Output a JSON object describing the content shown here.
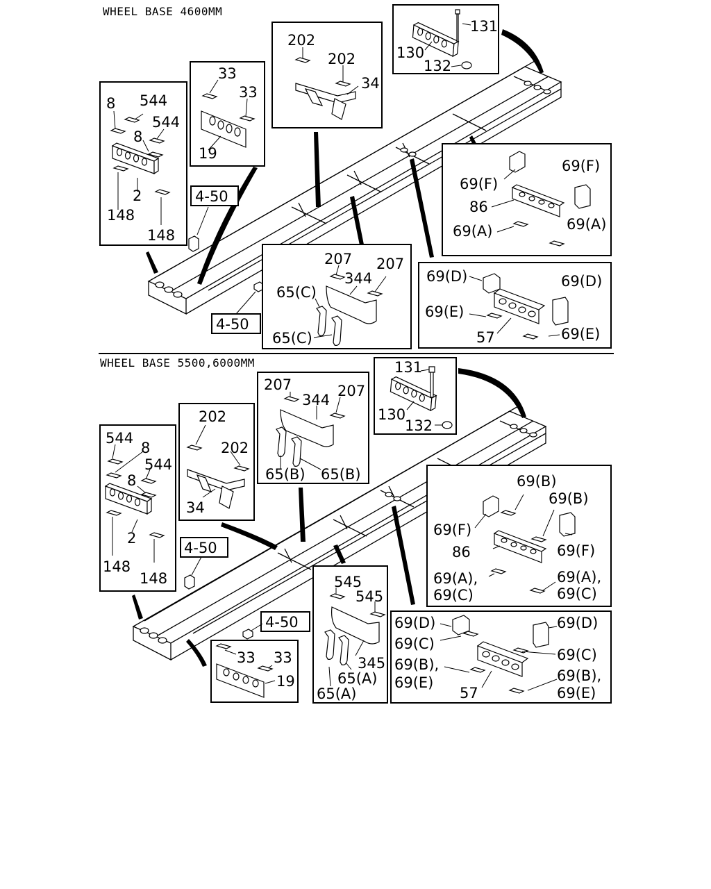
{
  "sections": [
    {
      "title": "WHEEL BASE 4600MM",
      "panels": {
        "bolt": {
          "labels": [
            "131",
            "130",
            "132"
          ]
        },
        "crossmember_202": {
          "labels": [
            "202",
            "202",
            "34"
          ]
        },
        "crossmember_33": {
          "labels": [
            "33",
            "33",
            "19"
          ]
        },
        "crossmember_8": {
          "labels": [
            "8",
            "544",
            "544",
            "8",
            "2",
            "148",
            "148"
          ]
        },
        "ref_upper": {
          "label": "4-50"
        },
        "ref_lower": {
          "label": "4-50"
        },
        "crossmember_207": {
          "labels": [
            "207",
            "207",
            "344",
            "65(C)",
            "65(C)"
          ]
        },
        "bracket_86": {
          "labels": [
            "69(F)",
            "69(F)",
            "86",
            "69(A)",
            "69(A)"
          ]
        },
        "bracket_57": {
          "labels": [
            "69(D)",
            "69(D)",
            "69(E)",
            "57",
            "69(E)"
          ]
        }
      }
    },
    {
      "title": "WHEEL BASE 5500,6000MM",
      "panels": {
        "bolt": {
          "labels": [
            "131",
            "130",
            "132"
          ]
        },
        "crossmember_207": {
          "labels": [
            "207",
            "344",
            "207",
            "65(B)",
            "65(B)"
          ]
        },
        "crossmember_202": {
          "labels": [
            "202",
            "202",
            "34"
          ]
        },
        "crossmember_8": {
          "labels": [
            "544",
            "8",
            "544",
            "8",
            "2",
            "148",
            "148"
          ]
        },
        "ref_upper": {
          "label": "4-50"
        },
        "ref_lower": {
          "label": "4-50"
        },
        "crossmember_33": {
          "labels": [
            "33",
            "33",
            "19"
          ]
        },
        "crossmember_545": {
          "labels": [
            "545",
            "545",
            "345",
            "65(A)",
            "65(A)"
          ]
        },
        "bracket_86": {
          "labels": [
            "69(B)",
            "69(B)",
            "69(F)",
            "86",
            "69(F)",
            "69(A),",
            "69(C)",
            "69(A),",
            "69(C)"
          ]
        },
        "bracket_57": {
          "labels": [
            "69(D)",
            "69(D)",
            "69(C)",
            "69(C)",
            "69(B),",
            "69(E)",
            "57",
            "69(B),",
            "69(E)"
          ]
        }
      }
    }
  ]
}
